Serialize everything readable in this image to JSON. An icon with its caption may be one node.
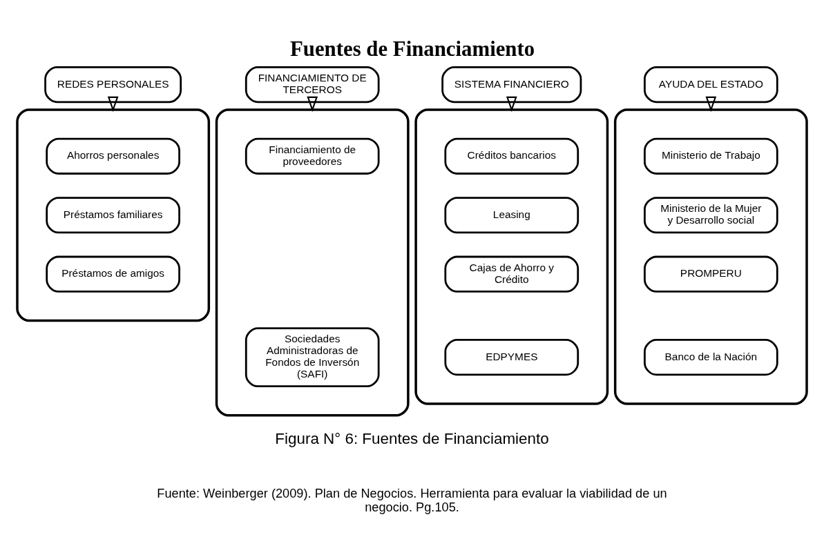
{
  "diagram": {
    "title": "Fuentes de Financiamiento",
    "caption": "Figura N° 6: Fuentes de Financiamiento",
    "nodes": [
      {
        "text": [
          "REDES PERSONALES"
        ]
      },
      {
        "text": [],
        "shape": "ellipse"
      },
      {
        "text": [
          "Ahorros personales"
        ],
        "in": 1
      },
      {
        "text": [
          "Préstamos familiares"
        ],
        "in": 1
      },
      {
        "text": [
          "Préstamos de amigos"
        ],
        "in": 1
      },
      {
        "text": [
          "FINANCIAMIENTO DE TERCEROS"
        ]
      },
      {
        "text": [],
        "shape": "ellipse"
      },
      {
        "text": [
          "Financiamiento de proveedores"
        ],
        "in": 6
      },
      {
        "text": [
          "Sociedades Administradoras de Fondos de Inversón (SAFI)"
        ],
        "in": 6
      },
      {
        "text": [
          "SISTEMA FINANCIERO"
        ]
      },
      {
        "text": [],
        "shape": "ellipse"
      },
      {
        "text": [
          "Créditos bancarios"
        ],
        "in": 10
      },
      {
        "text": [
          "Leasing"
        ],
        "in": 10
      },
      {
        "text": [
          "Cajas de Ahorro y Crédito"
        ],
        "in": 10
      },
      {
        "text": [
          "EDPYMES"
        ],
        "in": 10
      },
      {
        "text": [
          "AYUDA DEL ESTADO"
        ]
      },
      {
        "text": [],
        "shape": "ellipse"
      },
      {
        "text": [
          "Ministerio de Trabajo"
        ],
        "in": 16
      },
      {
        "text": [
          "Ministerio de la Mujer y Desarrollo social"
        ],
        "in": 16
      },
      {
        "text": [
          "PROMPERU"
        ],
        "in": 16
      },
      {
        "text": [
          "Banco de la Nación"
        ],
        "in": 16
      }
    ],
    "edges": [
      {
        "from": 0,
        "to": 1,
        "arrow": "to"
      },
      {
        "from": 5,
        "to": 6,
        "arrow": "to"
      },
      {
        "from": 9,
        "to": 10,
        "arrow": "to"
      },
      {
        "from": 15,
        "to": 16,
        "arrow": "to"
      }
    ],
    "labels": [
      "Fuente: Weinberger (2009). Plan de Negocios. Herramienta para evaluar la viabilidad de un negocio. Pg.105."
    ]
  }
}
